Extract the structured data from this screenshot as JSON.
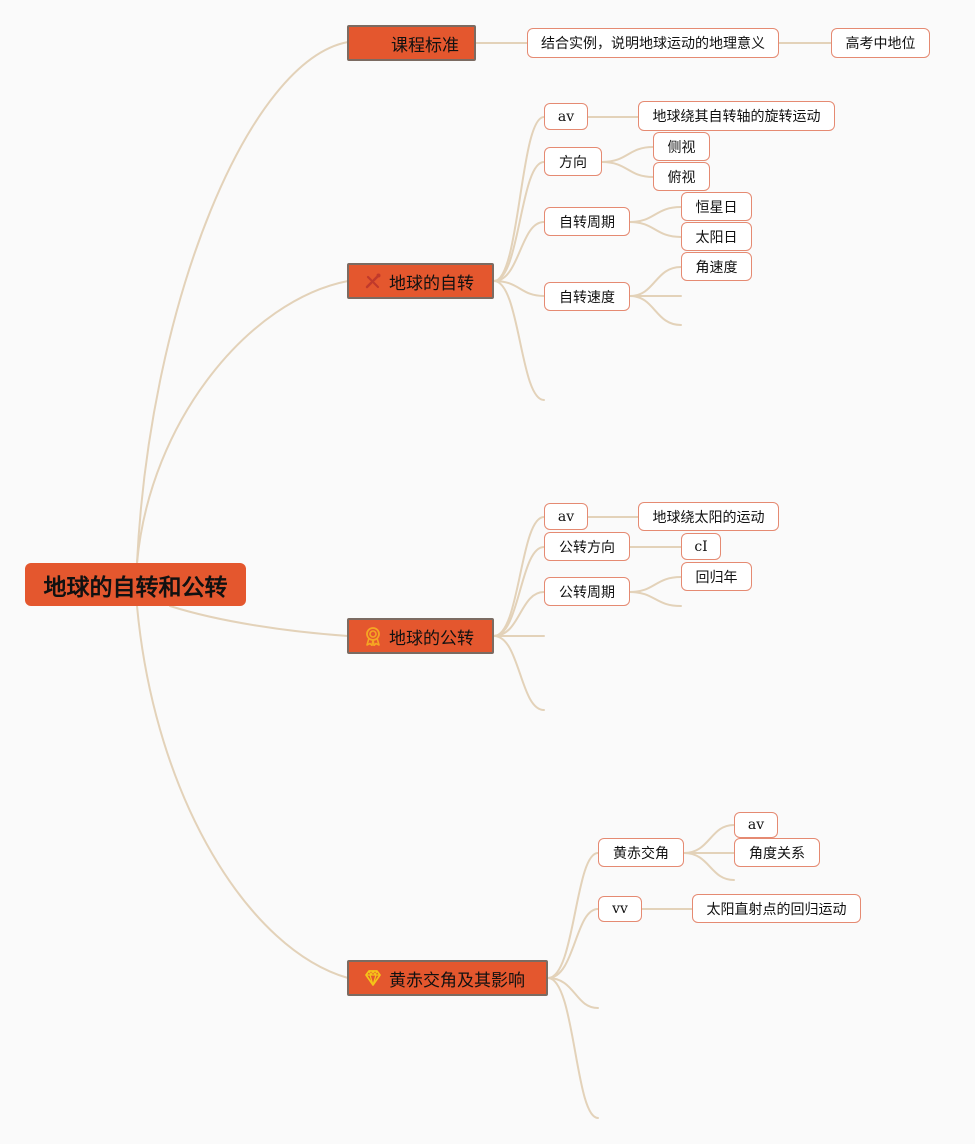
{
  "root": {
    "label": "地球的自转和公转"
  },
  "topics": {
    "standard": {
      "label": "课程标准",
      "children": {
        "requirement": "结合实例，说明地球运动的地理意义",
        "exam_status": "高考中地位"
      }
    },
    "rotation": {
      "label": "地球的自转",
      "icon": "tools-icon",
      "children": {
        "av": "av",
        "av_desc": "地球绕其自转轴的旋转运动",
        "direction": "方向",
        "side_view": "侧视",
        "top_view": "俯视",
        "period": "自转周期",
        "sidereal_day": "恒星日",
        "solar_day": "太阳日",
        "speed": "自转速度",
        "angular_speed": "角速度"
      }
    },
    "revolution": {
      "label": "地球的公转",
      "icon": "award-badge-icon",
      "children": {
        "av": "av",
        "av_desc": "地球绕太阳的运动",
        "direction": "公转方向",
        "direction_value": "cI",
        "period": "公转周期",
        "tropical_year": "回归年"
      }
    },
    "obliquity": {
      "label": "黄赤交角及其影响",
      "icon": "diamond-icon",
      "children": {
        "obliquity": "黄赤交角",
        "av": "av",
        "angle_relation": "角度关系",
        "vv": "vv",
        "subsolar_motion": "太阳直射点的回归运动"
      }
    }
  },
  "colors": {
    "topic_fill": "#e4572e",
    "topic_border": "#7b6b62",
    "leaf_border": "#e58a72",
    "connector": "#e3d2b9",
    "background": "#fafafa"
  }
}
